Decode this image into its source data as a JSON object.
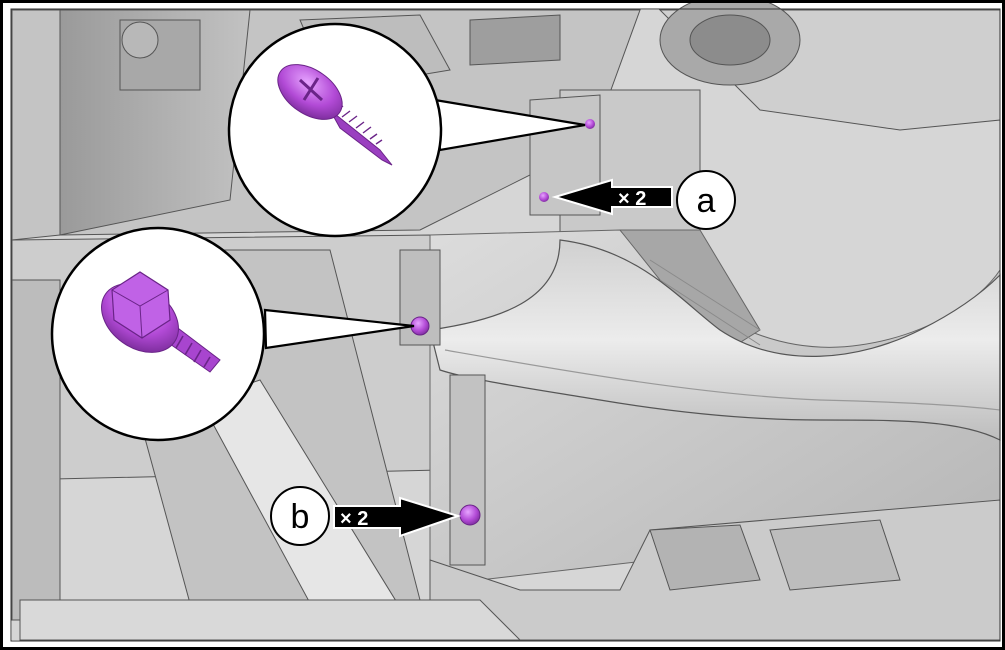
{
  "callouts": [
    {
      "letter": "a",
      "quantity": "× 2"
    },
    {
      "letter": "b",
      "quantity": "× 2"
    }
  ],
  "fasteners": [
    {
      "icon": "tapping-screw-icon",
      "color": "#b24ad6"
    },
    {
      "icon": "flange-bolt-icon",
      "color": "#b24ad6"
    }
  ],
  "colors": {
    "fastener": "#b24ad6",
    "fastener_dark": "#7a2c9a",
    "fastener_light": "#d58af0",
    "panel": "#c8c8c8",
    "panel_light": "#e4e4e4",
    "panel_dark": "#8a8a8a",
    "line": "#000000"
  }
}
